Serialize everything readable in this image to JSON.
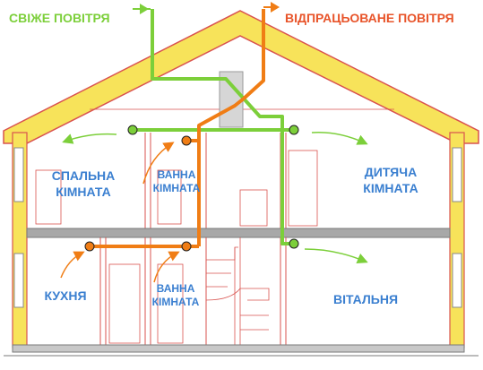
{
  "legend": {
    "fresh_air": "СВІЖЕ ПОВІТРЯ",
    "exhaust_air": "ВІДПРАЦЬОВАНЕ ПОВІТРЯ"
  },
  "colors": {
    "fresh_air": "#7ccf3a",
    "exhaust_air": "#f07d15",
    "room_label": "#3a7fd0",
    "roof_insulation": "#f7e35a",
    "wall_line": "#d9534f",
    "floor_slab": "#a8a8a8"
  },
  "rooms": {
    "bedroom": [
      "СПАЛЬНА",
      "КІМНАТА"
    ],
    "bathroom_upper": [
      "ВАННА",
      "КІМНАТА"
    ],
    "kids_room": [
      "ДИТЯЧА",
      "КІМНАТА"
    ],
    "kitchen": "КУХНЯ",
    "bathroom_lower": [
      "ВАННА",
      "КІМНАТА"
    ],
    "living_room": "ВІТАЛЬНЯ"
  }
}
